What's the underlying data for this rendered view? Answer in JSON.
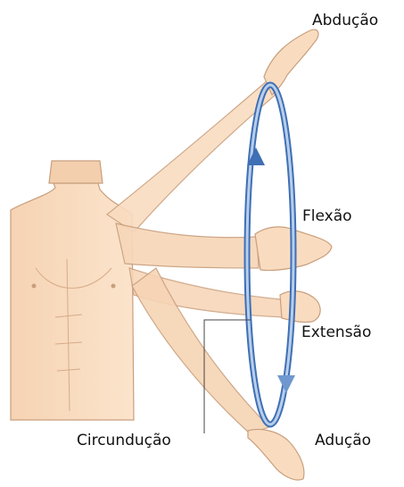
{
  "title": "",
  "labels": {
    "abducao": "Abdução",
    "flexao": "Flexão",
    "extensao": "Extensão",
    "circunducao": "Circundução",
    "aducao": "Adução"
  },
  "colors": {
    "skin": "#f8dcc0",
    "skin_shadow": "#e9bf9b",
    "outline": "#c99f7d",
    "ring_dark": "#3f6fb5",
    "ring_light": "#b7ceea",
    "leader_line": "#444444"
  }
}
